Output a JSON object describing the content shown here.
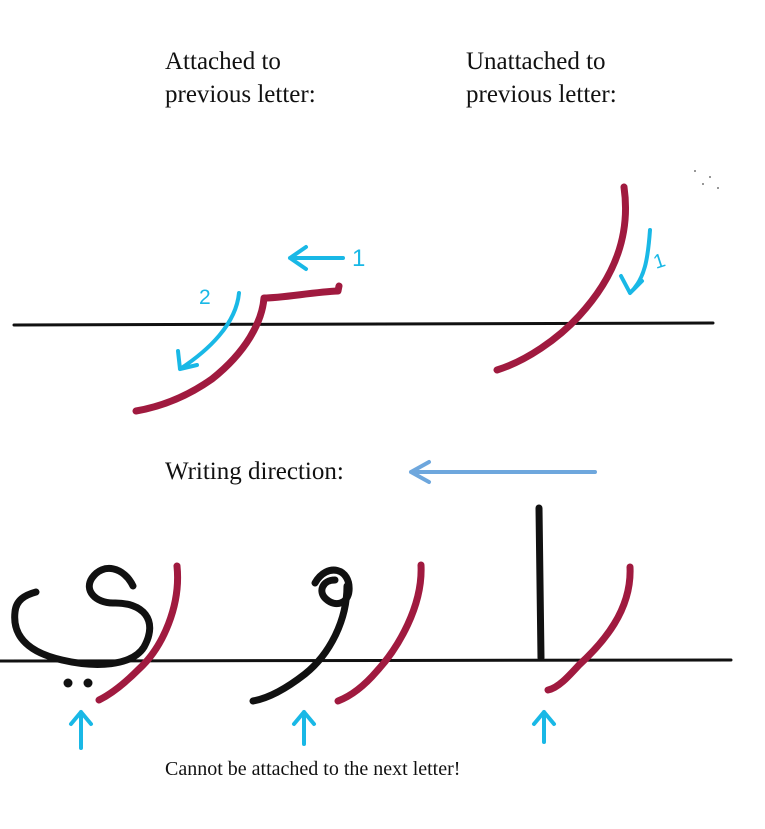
{
  "headings": {
    "attached": "Attached to\nprevious letter:",
    "unattached": "Unattached to\nprevious letter:"
  },
  "direction_label": "Writing direction:",
  "footer_note": "Cannot be attached to the next letter!",
  "stroke_numbers": {
    "attached_first": "1",
    "attached_second": "2",
    "unattached_first": "1"
  },
  "colors": {
    "letter_stroke": "#a01a3f",
    "guide_arrow": "#19b8e6",
    "direction_arrow": "#6ea7dd",
    "baseline": "#111111",
    "example_letter": "#111111"
  }
}
